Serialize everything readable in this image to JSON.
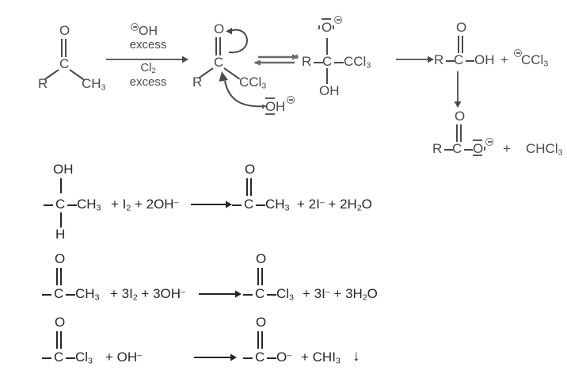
{
  "figure": {
    "title": "Haloform reaction mechanism and stoichiometric equations",
    "ink_color_scheme1": "#4a4a4a",
    "ink_color_equations": "#272727",
    "background": "#ffffff"
  },
  "scheme1": {
    "name": "haloform-mechanism",
    "reactant_ketone": {
      "r_group": "R",
      "carbonyl_o": "O",
      "center": "C",
      "methyl": "CH",
      "methyl_sub": "3"
    },
    "reagents_above": [
      "OH",
      "excess"
    ],
    "reagents_above_charge": "⊖",
    "reagents_below": [
      "Cl",
      "excess"
    ],
    "reagents_below_sub": "2",
    "trichloro_ketone": {
      "carbonyl_o": "O",
      "center": "C",
      "r_group": "R",
      "ccl3": "CCl",
      "ccl3_sub": "3",
      "attacking_nucleophile": "OH",
      "nucleophile_charge": "⊖"
    },
    "equilibrium_symbol": "⇌",
    "tetrahedral_intermediate": {
      "r_group": "R",
      "center": "C",
      "top_o": "O",
      "top_o_charge": "⊖",
      "ccl3": "CCl",
      "ccl3_sub": "3",
      "bottom_oh": "OH"
    },
    "carboxylic_acid": {
      "r_group": "R",
      "center": "C",
      "carbonyl_o": "O",
      "hydroxyl": "OH",
      "plus": "+",
      "leaving_group": "CCl",
      "leaving_group_sub": "3",
      "leaving_group_charge": "⊖"
    },
    "carboxylate_product": {
      "r_group": "R",
      "center": "C",
      "carbonyl_o": "O",
      "anion_o": "O",
      "anion_charge": "⊖",
      "plus": "+",
      "haloform": "CHCl",
      "haloform_sub": "3"
    }
  },
  "equations": [
    {
      "name": "equation-1-secondary-alcohol-oxidation",
      "left": {
        "top_label": "OH",
        "center": "C",
        "bottom_label": "H",
        "tail": "CH",
        "tail_sub": "3",
        "reagents": "+ I₂ + 2OH⁻",
        "reagents_parts": [
          {
            "t": "+ I"
          },
          {
            "sub": "2"
          },
          {
            "t": " + 2OH"
          },
          {
            "sup": "–"
          }
        ]
      },
      "arrow": "→",
      "right": {
        "top_label": "O",
        "double_bond": true,
        "center": "C",
        "tail": "CH",
        "tail_sub": "3",
        "products_parts": [
          {
            "t": " + 2I"
          },
          {
            "sup": "–"
          },
          {
            "t": " + 2H"
          },
          {
            "sub": "2"
          },
          {
            "t": "O"
          }
        ]
      }
    },
    {
      "name": "equation-2-methyl-ketone-trihalogenation",
      "left": {
        "top_label": "O",
        "double_bond": true,
        "center": "C",
        "tail": "CH",
        "tail_sub": "3",
        "reagents_parts": [
          {
            "t": "+ 3I"
          },
          {
            "sub": "2"
          },
          {
            "t": " + 3OH"
          },
          {
            "sup": "–"
          }
        ]
      },
      "arrow": "→",
      "right": {
        "top_label": "O",
        "double_bond": true,
        "center": "C",
        "tail": "Cl",
        "tail_sub": "3",
        "products_parts": [
          {
            "t": " + 3I"
          },
          {
            "sup": "–"
          },
          {
            "t": " + 3H"
          },
          {
            "sub": "2"
          },
          {
            "t": "O"
          }
        ]
      }
    },
    {
      "name": "equation-3-haloform-cleavage",
      "left": {
        "top_label": "O",
        "double_bond": true,
        "center": "C",
        "tail": "Cl",
        "tail_sub": "3",
        "reagents_parts": [
          {
            "t": "+ OH"
          },
          {
            "sup": "–"
          }
        ]
      },
      "arrow": "→",
      "right": {
        "top_label": "O",
        "double_bond": true,
        "center": "C",
        "tail": "O",
        "tail_sup": "–",
        "products_parts": [
          {
            "t": " + CHI"
          },
          {
            "sub": "3"
          }
        ],
        "precipitate_arrow": "↓"
      }
    }
  ]
}
